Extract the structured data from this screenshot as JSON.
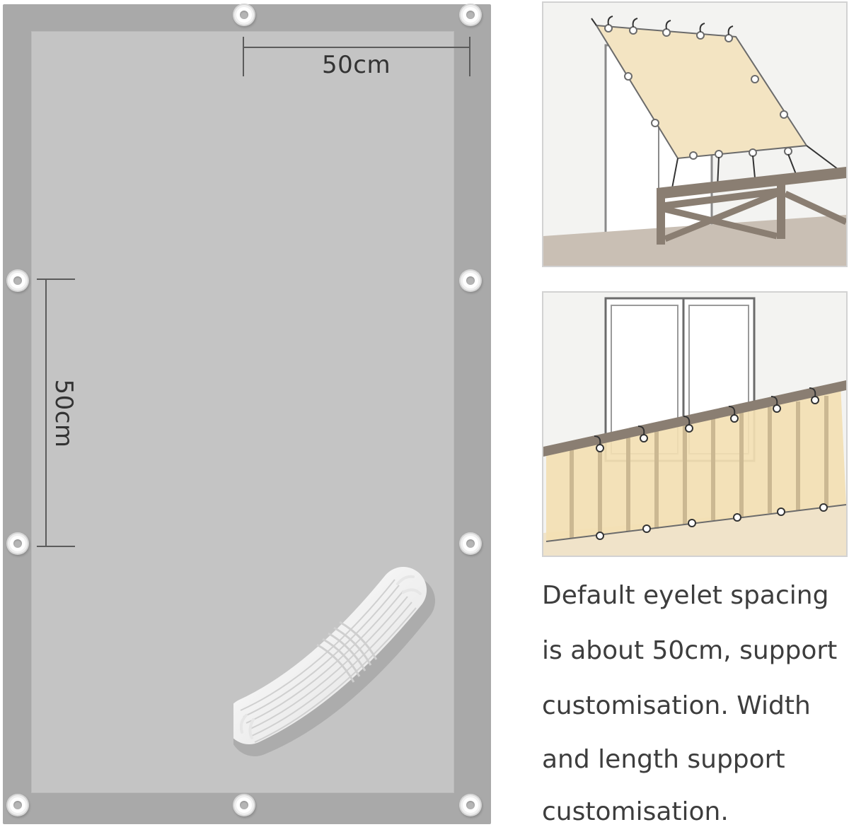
{
  "dimensions": {
    "horizontal_label": "50cm",
    "vertical_label": "50cm"
  },
  "illustrations": [
    {
      "name": "awning-over-balcony"
    },
    {
      "name": "balcony-railing-screen"
    }
  ],
  "description": {
    "lines": [
      "Default eyelet spacing",
      "is about 50cm, support",
      "customisation. Width",
      "and length support",
      "customisation."
    ]
  },
  "colors": {
    "tarp_border": "#a9a9a9",
    "tarp_body": "#c4c4c4",
    "shade_fabric": "#f3e4c2",
    "railing": "#8a7e72"
  }
}
